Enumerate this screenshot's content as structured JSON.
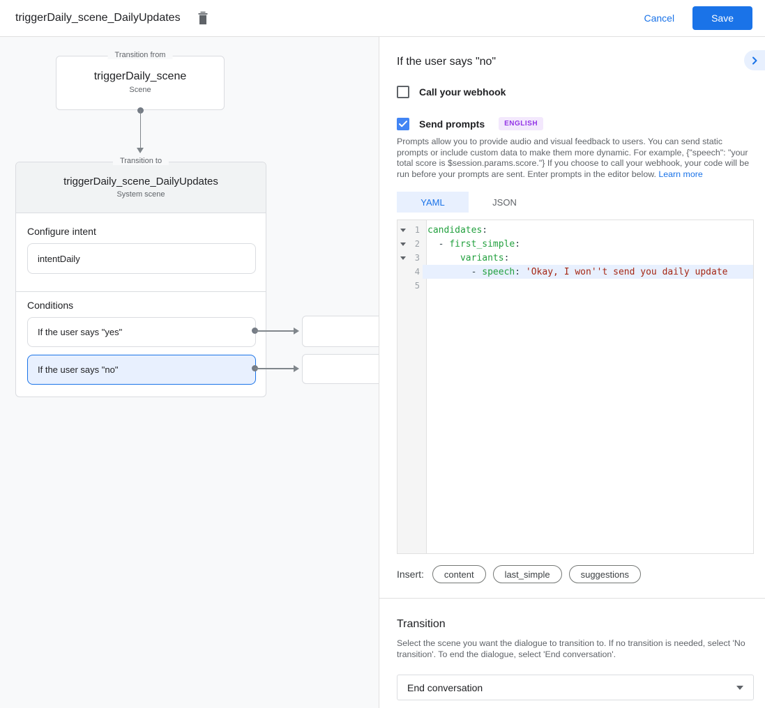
{
  "header": {
    "title": "triggerDaily_scene_DailyUpdates",
    "cancel_label": "Cancel",
    "save_label": "Save"
  },
  "diagram": {
    "from_box": {
      "legend": "Transition from",
      "title": "triggerDaily_scene",
      "subtitle": "Scene"
    },
    "to_box": {
      "legend": "Transition to",
      "title": "triggerDaily_scene_DailyUpdates",
      "subtitle": "System scene",
      "configure_intent_label": "Configure intent",
      "intent_value": "intentDaily",
      "conditions_label": "Conditions",
      "conditions": [
        {
          "label": "If the user says \"yes\"",
          "selected": false
        },
        {
          "label": "If the user says \"no\"",
          "selected": true
        }
      ]
    }
  },
  "panel": {
    "title": "If the user says \"no\"",
    "webhook_checkbox": {
      "label": "Call your webhook",
      "checked": false
    },
    "prompts_checkbox": {
      "label": "Send prompts",
      "checked": true
    },
    "language_badge": "ENGLISH",
    "description": "Prompts allow you to provide audio and visual feedback to users. You can send static prompts or include custom data to make them more dynamic. For example, {\"speech\": \"your total score is $session.params.score.\"} If you choose to call your webhook, your code will be run before your prompts are sent. Enter prompts in the editor below.",
    "learn_more_label": "Learn more",
    "tabs": [
      {
        "label": "YAML",
        "active": true
      },
      {
        "label": "JSON",
        "active": false
      }
    ],
    "editor": {
      "lines": [
        {
          "num": "1",
          "plain_before": "",
          "key": "candidates",
          "plain_after": ":",
          "string": ""
        },
        {
          "num": "2",
          "plain_before": "  - ",
          "key": "first_simple",
          "plain_after": ":",
          "string": ""
        },
        {
          "num": "3",
          "plain_before": "      ",
          "key": "variants",
          "plain_after": ":",
          "string": ""
        },
        {
          "num": "4",
          "plain_before": "        - ",
          "key": "speech",
          "plain_after": ": ",
          "string": "'Okay, I won''t send you daily update"
        },
        {
          "num": "5",
          "plain_before": "",
          "key": "",
          "plain_after": "",
          "string": ""
        }
      ]
    },
    "insert_label": "Insert:",
    "chips": [
      "content",
      "last_simple",
      "suggestions"
    ],
    "transition": {
      "title": "Transition",
      "description": "Select the scene you want the dialogue to transition to. If no transition is needed, select 'No transition'. To end the dialogue, select 'End conversation'.",
      "dropdown_value": "End conversation"
    }
  },
  "colors": {
    "accent_blue": "#1a73e8",
    "checkbox_blue": "#4285f4",
    "selected_row_bg": "#e8f0fe",
    "badge_bg": "#f3e8fd",
    "badge_text": "#9334e6",
    "code_key_green": "#22a03e",
    "code_string_red": "#a52714",
    "canvas_bg": "#f8f9fa"
  }
}
